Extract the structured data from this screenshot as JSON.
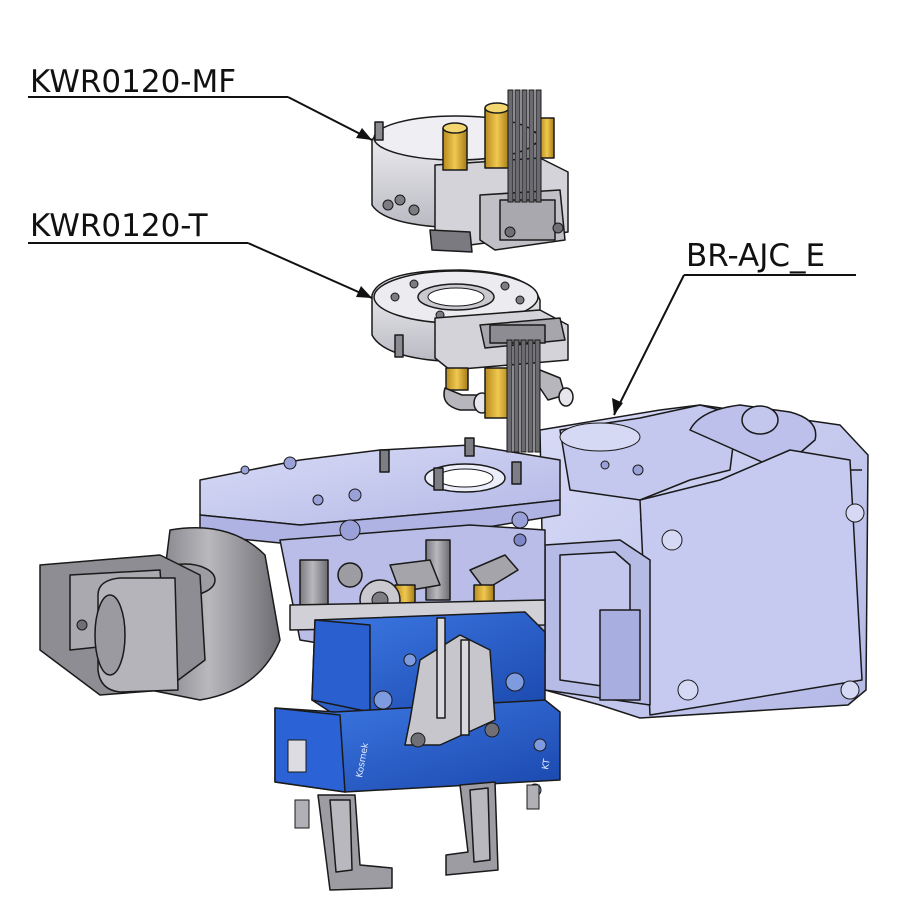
{
  "callouts": {
    "module_top": "KWR0120-MF",
    "module_mid": "KWR0120-T",
    "module_right": "BR-AJC_E"
  },
  "gripper_text": {
    "brand": "Kosmek",
    "model": "KT"
  },
  "colors": {
    "gripper_blue": "#1f57c9",
    "gripper_blue_light": "#3f7ae6",
    "body_lavender": "#c9cdf0",
    "body_lavender_dark": "#aeb3e3",
    "steel_light": "#e9e9ee",
    "steel_mid": "#c8c8ce",
    "steel_dark": "#8e8e96",
    "brass": "#e0b436",
    "line": "#111111"
  }
}
